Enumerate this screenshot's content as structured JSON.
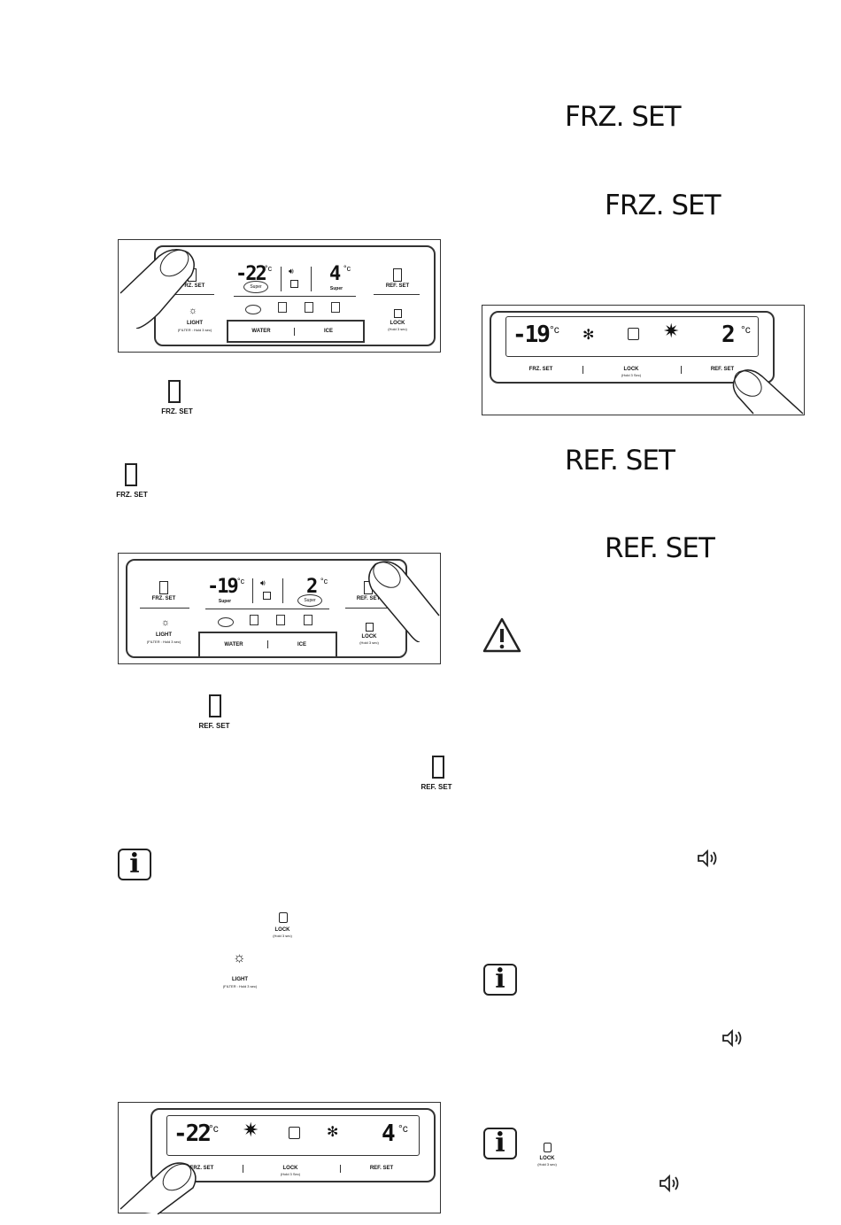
{
  "headings": {
    "frz_set_1": "FRZ. SET",
    "frz_set_2": "FRZ. SET",
    "ref_set_1": "REF. SET",
    "ref_set_2": "REF. SET"
  },
  "panel1": {
    "frz_temp": "-22",
    "ref_temp": "4",
    "unit": "°c",
    "super_left": "Super",
    "super_right": "Super",
    "frz_set": "FRZ. SET",
    "ref_set": "REF. SET",
    "light": "LIGHT",
    "light_sub": "(FILTER : Hold 3 sec)",
    "water": "WATER",
    "ice": "ICE",
    "lock": "LOCK",
    "lock_sub": "(Hold 3 sec)"
  },
  "panel2": {
    "frz_temp": "-19",
    "ref_temp": "2",
    "unit": "°c",
    "super_left": "Super",
    "super_right": "Super",
    "frz_set": "FRZ. SET",
    "ref_set": "REF. SET",
    "light": "LIGHT",
    "light_sub": "(FILTER : Hold 3 sec)",
    "water": "WATER",
    "ice": "ICE",
    "lock": "LOCK",
    "lock_sub": "(Hold 3 sec)"
  },
  "panel3": {
    "frz_temp": "-22",
    "ref_temp": "4",
    "unit": "°c",
    "frz_set": "FRZ. SET",
    "lock": "LOCK",
    "lock_sub": "(Hold 3 Sec)",
    "ref_set": "REF. SET"
  },
  "panel4": {
    "frz_temp": "-19",
    "ref_temp": "2",
    "unit": "°c",
    "frz_set": "FRZ. SET",
    "lock": "LOCK",
    "lock_sub": "(Hold 3 Sec)",
    "ref_set": "REF. SET"
  },
  "inline_icons": {
    "frz_set_a": "FRZ. SET",
    "frz_set_b": "FRZ. SET",
    "ref_set_a": "REF. SET",
    "ref_set_b": "REF. SET",
    "lock": "LOCK",
    "lock_sub": "(Hold 3 sec)",
    "light": "LIGHT",
    "light_sub": "(FILTER : Hold 3 sec)",
    "lock2": "LOCK",
    "lock2_sub": "(Hold 3 sec)"
  },
  "icons": [
    "info-icon",
    "warning-icon",
    "speaker-icon",
    "lock-icon",
    "light-bulb-icon",
    "snowflake-icon",
    "door-icon",
    "finger-icon"
  ]
}
